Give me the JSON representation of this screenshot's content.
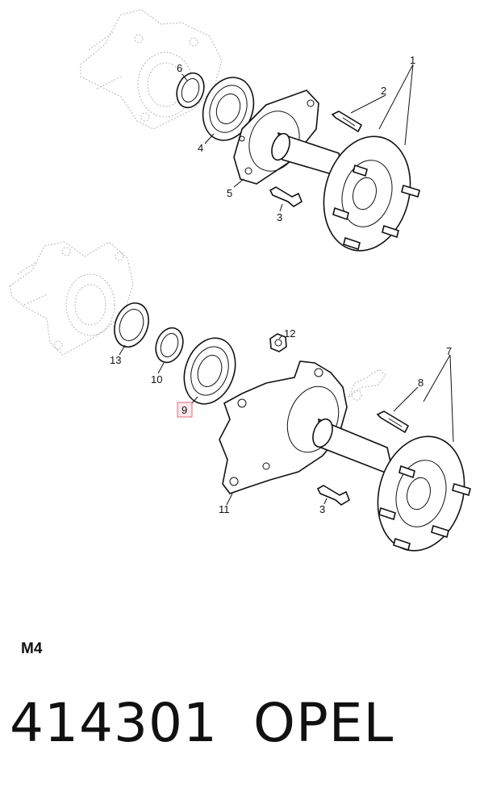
{
  "diagram": {
    "upper_labels": [
      "1",
      "2",
      "3",
      "4",
      "5",
      "6"
    ],
    "lower_labels": [
      "3",
      "7",
      "8",
      "9",
      "10",
      "11",
      "12",
      "13"
    ],
    "highlighted_label": "9",
    "highlight_color": "#e06a7a"
  },
  "footer": {
    "model_code": "M4",
    "part_number": "414301",
    "brand": "OPEL"
  }
}
